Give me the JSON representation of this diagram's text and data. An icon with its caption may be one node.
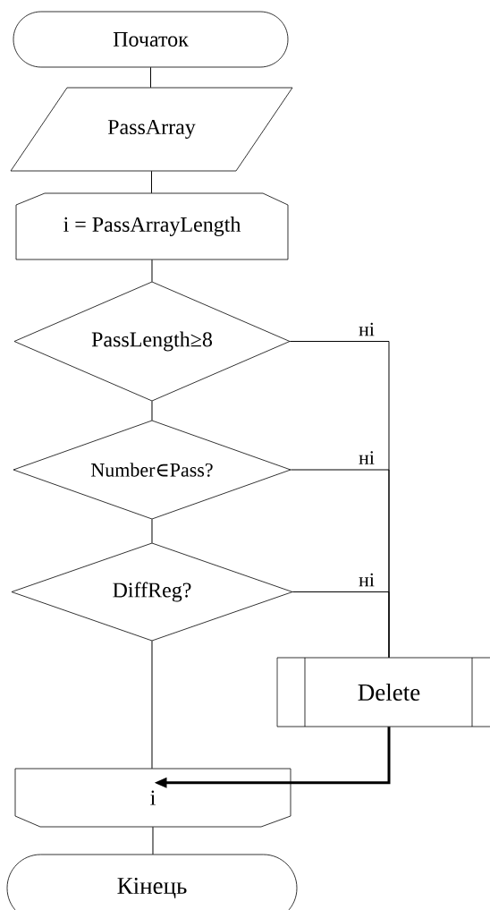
{
  "diagram": {
    "nodes": [
      {
        "text": [
          "Початок"
        ]
      },
      {
        "text": [
          "PassArray"
        ]
      },
      {
        "text": [
          "i = PassArrayLength"
        ]
      },
      {
        "text": [
          "PassLength≥8"
        ]
      },
      {
        "text": [
          "Number∈Pass?"
        ]
      },
      {
        "text": [
          "DiffReg?"
        ]
      },
      {
        "text": [
          "Delete"
        ]
      },
      {
        "text": [
          "i"
        ]
      },
      {
        "text": [
          "Кінець"
        ]
      }
    ],
    "edges": [
      {
        "from": 0,
        "to": 1,
        "arrow": "none"
      },
      {
        "from": 1,
        "to": 2,
        "arrow": "none"
      },
      {
        "from": 2,
        "to": 3,
        "arrow": "none"
      },
      {
        "from": 3,
        "to": 4,
        "arrow": "none"
      },
      {
        "from": 4,
        "to": 5,
        "arrow": "none"
      },
      {
        "from": 3,
        "to": 6,
        "arrow": "none",
        "label": "ні"
      },
      {
        "from": 4,
        "to": 6,
        "arrow": "none",
        "label": "ні"
      },
      {
        "from": 5,
        "to": 6,
        "arrow": "none",
        "label": "ні"
      },
      {
        "from": 5,
        "to": 7,
        "arrow": "none"
      },
      {
        "from": 6,
        "to": 7,
        "arrow": "to",
        "style": "thick"
      },
      {
        "from": 7,
        "to": 8,
        "arrow": "none"
      }
    ]
  }
}
